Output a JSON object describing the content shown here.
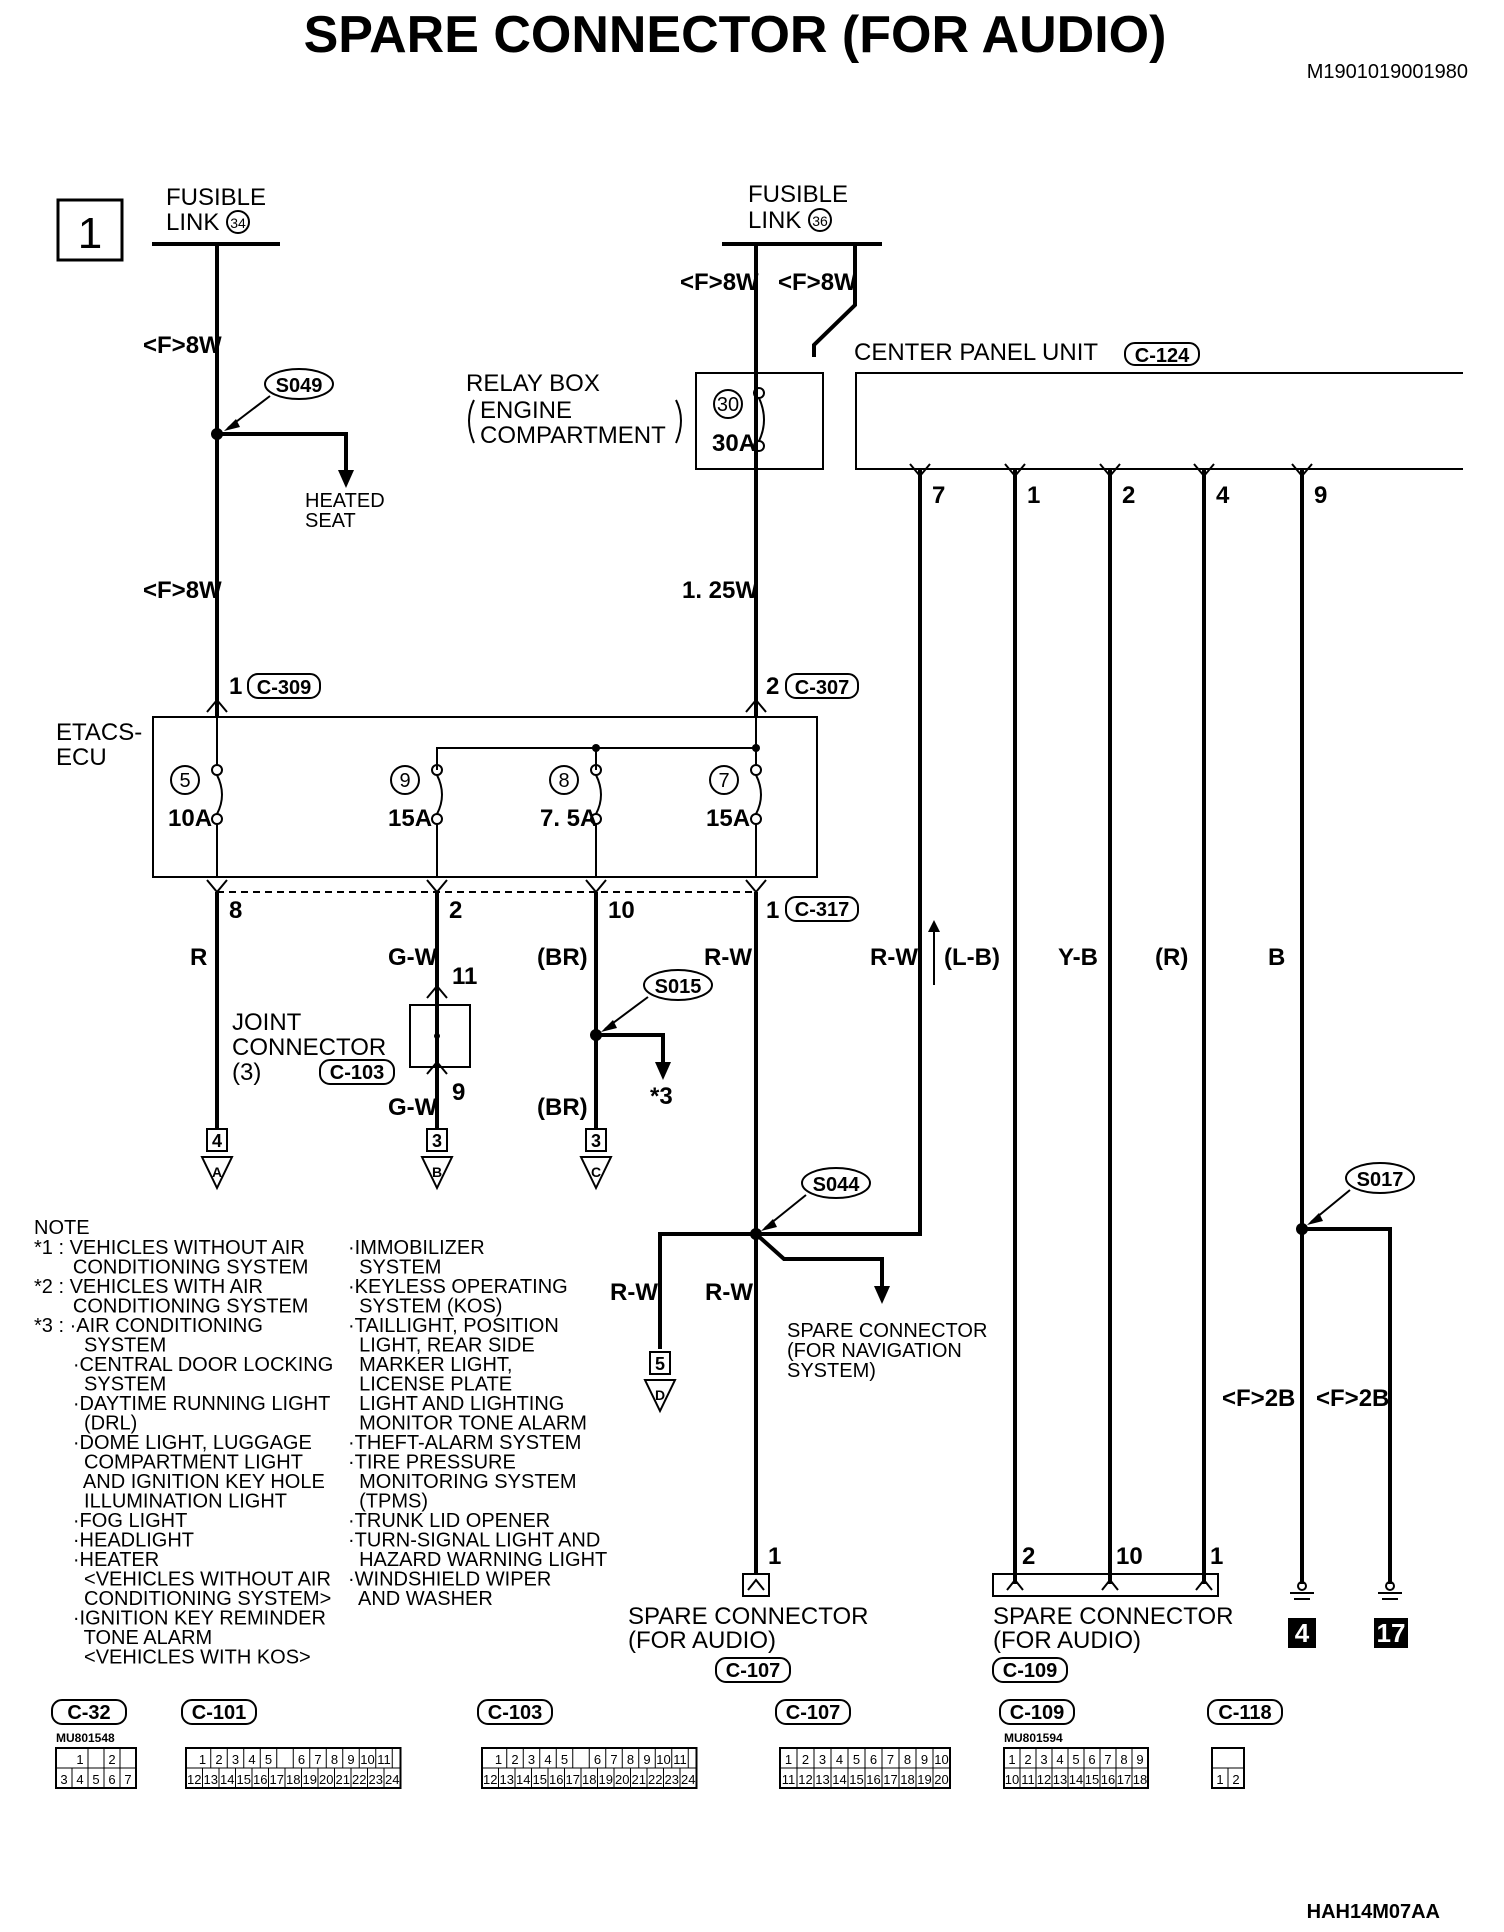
{
  "title": "SPARE CONNECTOR (FOR AUDIO)",
  "doc_code": "M1901019001980",
  "figure_code": "HAH14M07AA",
  "page_number": "1",
  "fusible_link_left": {
    "line1": "FUSIBLE",
    "line2": "LINK",
    "num": "34"
  },
  "fusible_link_right": {
    "line1": "FUSIBLE",
    "line2": "LINK",
    "num": "36"
  },
  "wire_labels": {
    "f8w_left_top": "<F>8W",
    "f8w_left_bottom": "<F>8W",
    "f8w_right_a": "<F>8W",
    "f8w_right_b": "<F>8W",
    "w125": "1. 25W",
    "r": "R",
    "gw_top": "G-W",
    "gw_bottom": "G-W",
    "br_top": "(BR)",
    "br_bottom": "(BR)",
    "rw_main": "R-W",
    "rw_cpu": "R-W",
    "lb": "(L-B)",
    "yb": "Y-B",
    "r_paren": "(R)",
    "b": "B",
    "rw_left": "R-W",
    "rw_right": "R-W",
    "f2b_left": "<F>2B",
    "f2b_right": "<F>2B"
  },
  "splices": {
    "s049": "S049",
    "s015": "S015",
    "s044": "S044",
    "s017": "S017"
  },
  "heated_seat": {
    "line1": "HEATED",
    "line2": "SEAT"
  },
  "relay_box": {
    "line1": "RELAY BOX",
    "line2": "ENGINE",
    "line3": "COMPARTMENT",
    "fuse_num": "30",
    "fuse_amp": "30A"
  },
  "center_panel": {
    "label": "CENTER PANEL UNIT",
    "connector": "C-124",
    "pins": [
      "7",
      "1",
      "2",
      "4",
      "9"
    ]
  },
  "etacs": {
    "line1": "ETACS-",
    "line2": "ECU",
    "fuses": [
      {
        "num": "5",
        "amp": "10A"
      },
      {
        "num": "9",
        "amp": "15A"
      },
      {
        "num": "8",
        "amp": "7. 5A"
      },
      {
        "num": "7",
        "amp": "15A"
      }
    ],
    "in_pin_left": "1",
    "in_conn_left": "C-309",
    "in_pin_right": "2",
    "in_conn_right": "C-307",
    "out_pins": [
      "8",
      "2",
      "10",
      "1"
    ],
    "out_conn": "C-317"
  },
  "joint_connector": {
    "line1": "JOINT",
    "line2": "CONNECTOR",
    "line3": "(3)",
    "connector": "C-103",
    "pin_top": "11",
    "pin_bottom": "9"
  },
  "star3": "*3",
  "refs": [
    {
      "num": "4",
      "letter": "A"
    },
    {
      "num": "3",
      "letter": "B"
    },
    {
      "num": "3",
      "letter": "C"
    },
    {
      "num": "5",
      "letter": "D"
    }
  ],
  "spare_nav": {
    "line1": "SPARE CONNECTOR",
    "line2": "(FOR NAVIGATION",
    "line3": "SYSTEM)"
  },
  "spare_audio_left": {
    "line1": "SPARE CONNECTOR",
    "line2": "(FOR AUDIO)",
    "connector": "C-107",
    "pin": "1"
  },
  "spare_audio_right": {
    "line1": "SPARE CONNECTOR",
    "line2": "(FOR AUDIO)",
    "connector": "C-109",
    "pins": [
      "2",
      "10",
      "1"
    ]
  },
  "grounds": [
    "4",
    "17"
  ],
  "note": {
    "heading": "NOTE",
    "col1": [
      "*1 : VEHICLES WITHOUT AIR",
      "       CONDITIONING SYSTEM",
      "*2 : VEHICLES WITH AIR",
      "       CONDITIONING SYSTEM",
      "*3 : ·AIR CONDITIONING",
      "         SYSTEM",
      "       ·CENTRAL DOOR LOCKING",
      "         SYSTEM",
      "       ·DAYTIME RUNNING LIGHT",
      "         (DRL)",
      "       ·DOME LIGHT, LUGGAGE",
      "         COMPARTMENT LIGHT",
      "         AND IGNITION KEY HOLE",
      "         ILLUMINATION LIGHT",
      "       ·FOG LIGHT",
      "       ·HEADLIGHT",
      "       ·HEATER",
      "         <VEHICLES WITHOUT AIR",
      "         CONDITIONING SYSTEM>",
      "       ·IGNITION KEY REMINDER",
      "         TONE ALARM",
      "         <VEHICLES WITH KOS>"
    ],
    "col2": [
      "·IMMOBILIZER",
      "  SYSTEM",
      "·KEYLESS OPERATING",
      "  SYSTEM (KOS)",
      "·TAILLIGHT, POSITION",
      "  LIGHT, REAR SIDE",
      "  MARKER LIGHT,",
      "  LICENSE PLATE",
      "  LIGHT AND LIGHTING",
      "  MONITOR TONE ALARM",
      "·THEFT-ALARM SYSTEM",
      "·TIRE PRESSURE",
      "  MONITORING SYSTEM",
      "  (TPMS)",
      "·TRUNK LID OPENER",
      "·TURN-SIGNAL LIGHT AND",
      "  HAZARD WARNING LIGHT",
      "·WINDSHIELD WIPER",
      "  AND WASHER"
    ]
  },
  "connector_diagrams": [
    {
      "id": "C-32",
      "part": "MU801548",
      "row1": [
        "1",
        "",
        "2"
      ],
      "row2": [
        "3",
        "4",
        "5",
        "6",
        "7"
      ]
    },
    {
      "id": "C-101",
      "part": "",
      "row1": [
        "1",
        "2",
        "3",
        "4",
        "5",
        "",
        "6",
        "7",
        "8",
        "9",
        "10",
        "11"
      ],
      "row2": [
        "12",
        "13",
        "14",
        "15",
        "16",
        "17",
        "18",
        "19",
        "20",
        "21",
        "22",
        "23",
        "24"
      ]
    },
    {
      "id": "C-103",
      "part": "",
      "row1": [
        "1",
        "2",
        "3",
        "4",
        "5",
        "",
        "6",
        "7",
        "8",
        "9",
        "10",
        "11"
      ],
      "row2": [
        "12",
        "13",
        "14",
        "15",
        "16",
        "17",
        "18",
        "19",
        "20",
        "21",
        "22",
        "23",
        "24"
      ]
    },
    {
      "id": "C-107",
      "part": "",
      "row1": [
        "1",
        "2",
        "3",
        "4",
        "5",
        "6",
        "7",
        "8",
        "9",
        "10"
      ],
      "row2": [
        "11",
        "12",
        "13",
        "14",
        "15",
        "16",
        "17",
        "18",
        "19",
        "20"
      ]
    },
    {
      "id": "C-109",
      "part": "MU801594",
      "row1": [
        "1",
        "2",
        "3",
        "4",
        "5",
        "6",
        "7",
        "8",
        "9"
      ],
      "row2": [
        "10",
        "11",
        "12",
        "13",
        "14",
        "15",
        "16",
        "17",
        "18"
      ]
    },
    {
      "id": "C-118",
      "part": "",
      "row1": [],
      "row2": [
        "1",
        "2"
      ]
    }
  ]
}
